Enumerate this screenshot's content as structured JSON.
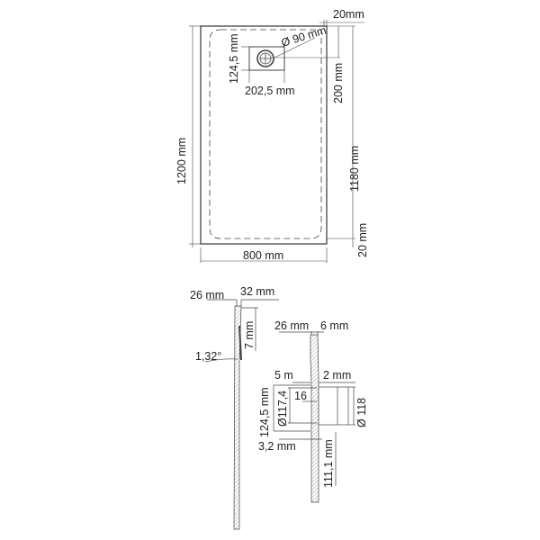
{
  "top_view": {
    "width_label": "800 mm",
    "length_label": "1200 mm",
    "inner_length_label": "1180 mm",
    "edge_top_label": "20mm",
    "edge_bottom_label": "20 mm",
    "drain_offset_label": "200 mm",
    "drain_diameter_label": "Ø 90 mm",
    "drain_height_label": "124,5 mm",
    "drain_width_label": "202,5 mm"
  },
  "side_section": {
    "thickness_edge_label": "26 mm",
    "thickness_total_label": "32 mm",
    "depth_label": "7 mm",
    "slope_label": "1,32°"
  },
  "drain_section": {
    "thickness_label": "26 mm",
    "lip_label": "6 mm",
    "gap_label": "5 m",
    "wall_label": "2 mm",
    "depth_label": "16",
    "outer_height_label": "124,5 mm",
    "inner_diameter_label": "Ø117,4",
    "outer_diameter_label": "Ø 118",
    "bottom_thickness_label": "3,2 mm",
    "pipe_length_label": "111,1 mm"
  },
  "colors": {
    "line": "#444444",
    "text": "#222222",
    "hatch": "#888888"
  }
}
